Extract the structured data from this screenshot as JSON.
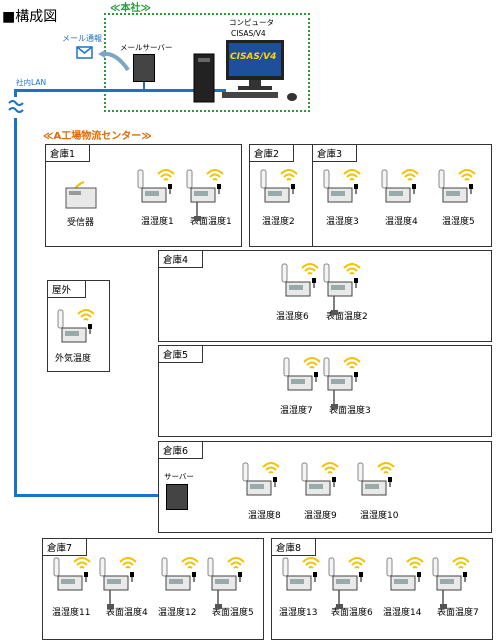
{
  "title": "■構成図",
  "hq": {
    "label": "≪本社≫",
    "computer_label": "コンピュータ",
    "computer_model": "CISAS/V4",
    "screen_text": "CISAS/V4",
    "mail_server": "メールサーバー",
    "mail_notice": "メール通報"
  },
  "lan_label": "社内LAN",
  "center": {
    "label": "≪A工場物流センター≫"
  },
  "rooms": {
    "r1": {
      "name": "倉庫1",
      "receiver": "受信器",
      "d1": "温湿度1",
      "d2": "表面温度1"
    },
    "r2": {
      "name": "倉庫2",
      "d1": "温湿度2"
    },
    "r3": {
      "name": "倉庫3",
      "d1": "温湿度3",
      "d2": "温湿度4",
      "d3": "温湿度5"
    },
    "r4": {
      "name": "倉庫4",
      "d1": "温湿度6",
      "d2": "表面温度2"
    },
    "outdoor": {
      "name": "屋外",
      "d1": "外気温度"
    },
    "r5": {
      "name": "倉庫5",
      "d1": "温湿度7",
      "d2": "表面温度3"
    },
    "r6": {
      "name": "倉庫6",
      "server": "サーバー",
      "d1": "温湿度8",
      "d2": "温湿度9",
      "d3": "温湿度10"
    },
    "r7": {
      "name": "倉庫7",
      "d1": "温湿度11",
      "d2": "表面温度4",
      "d3": "温湿度12",
      "d4": "表面温度5"
    },
    "r8": {
      "name": "倉庫8",
      "d1": "温湿度13",
      "d2": "表面温度6",
      "d3": "温湿度14",
      "d4": "表面温度7"
    }
  },
  "colors": {
    "lan": "#1a73c9",
    "hq": "#2a9a3a",
    "center": "#e26a00",
    "wave": "#f2c200"
  }
}
